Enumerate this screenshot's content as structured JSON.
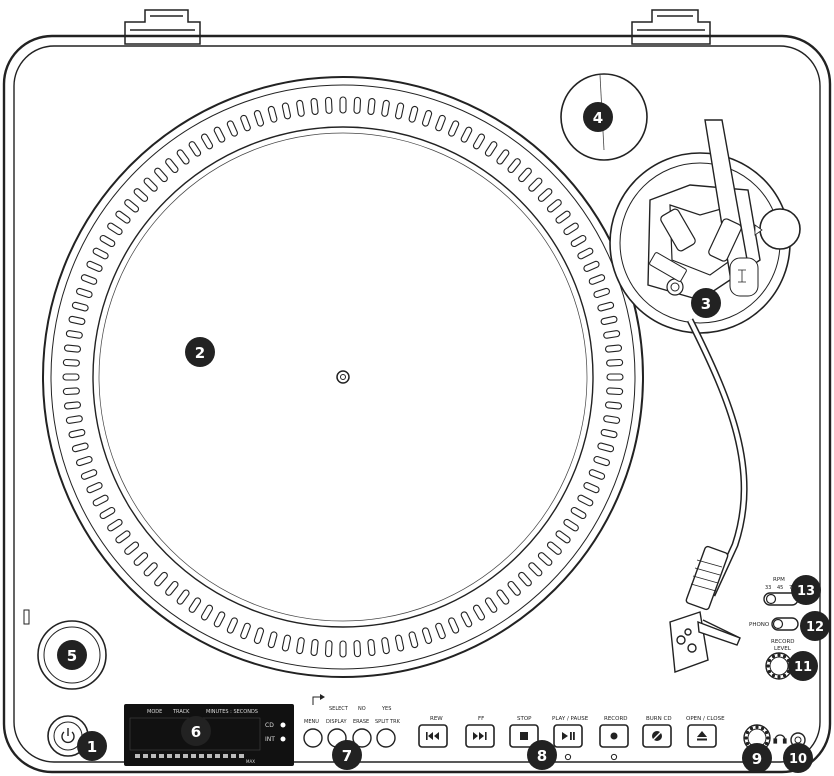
{
  "callouts": [
    {
      "id": "1",
      "label": "1"
    },
    {
      "id": "2",
      "label": "2"
    },
    {
      "id": "3",
      "label": "3"
    },
    {
      "id": "4",
      "label": "4"
    },
    {
      "id": "5",
      "label": "5"
    },
    {
      "id": "6",
      "label": "6"
    },
    {
      "id": "7",
      "label": "7"
    },
    {
      "id": "8",
      "label": "8"
    },
    {
      "id": "9",
      "label": "9"
    },
    {
      "id": "10",
      "label": "10"
    },
    {
      "id": "11",
      "label": "11"
    },
    {
      "id": "12",
      "label": "12"
    },
    {
      "id": "13",
      "label": "13"
    }
  ],
  "display": {
    "mode": "MODE",
    "track": "TRACK",
    "time": "MINUTES : SECONDS",
    "cd": "CD",
    "int": "INT",
    "max": "MAX"
  },
  "cd_buttons": {
    "select": "SELECT",
    "no": "NO",
    "yes": "YES",
    "menu": "MENU",
    "display": "DISPLAY",
    "erase": "ERASE",
    "split": "SPLIT TRK"
  },
  "transport": {
    "rew": "REW",
    "ff": "FF",
    "stop": "STOP",
    "play_pause": "PLAY / PAUSE",
    "record": "RECORD",
    "burn_cd": "BURN CD",
    "open_close": "OPEN / CLOSE"
  },
  "controls": {
    "rpm": "RPM",
    "rpm_33": "33",
    "rpm_45": "45",
    "rpm_78": "78",
    "phono": "PHONO",
    "record_level": "RECORD",
    "record_level_2": "LEVEL"
  },
  "icons": {
    "power": "power-icon",
    "headphone": "headphone-icon",
    "rew": "rewind-icon",
    "ff": "fast-forward-icon",
    "stop": "stop-icon",
    "play": "play-pause-icon",
    "record": "record-icon",
    "burn": "burn-cd-icon",
    "eject": "eject-icon"
  }
}
